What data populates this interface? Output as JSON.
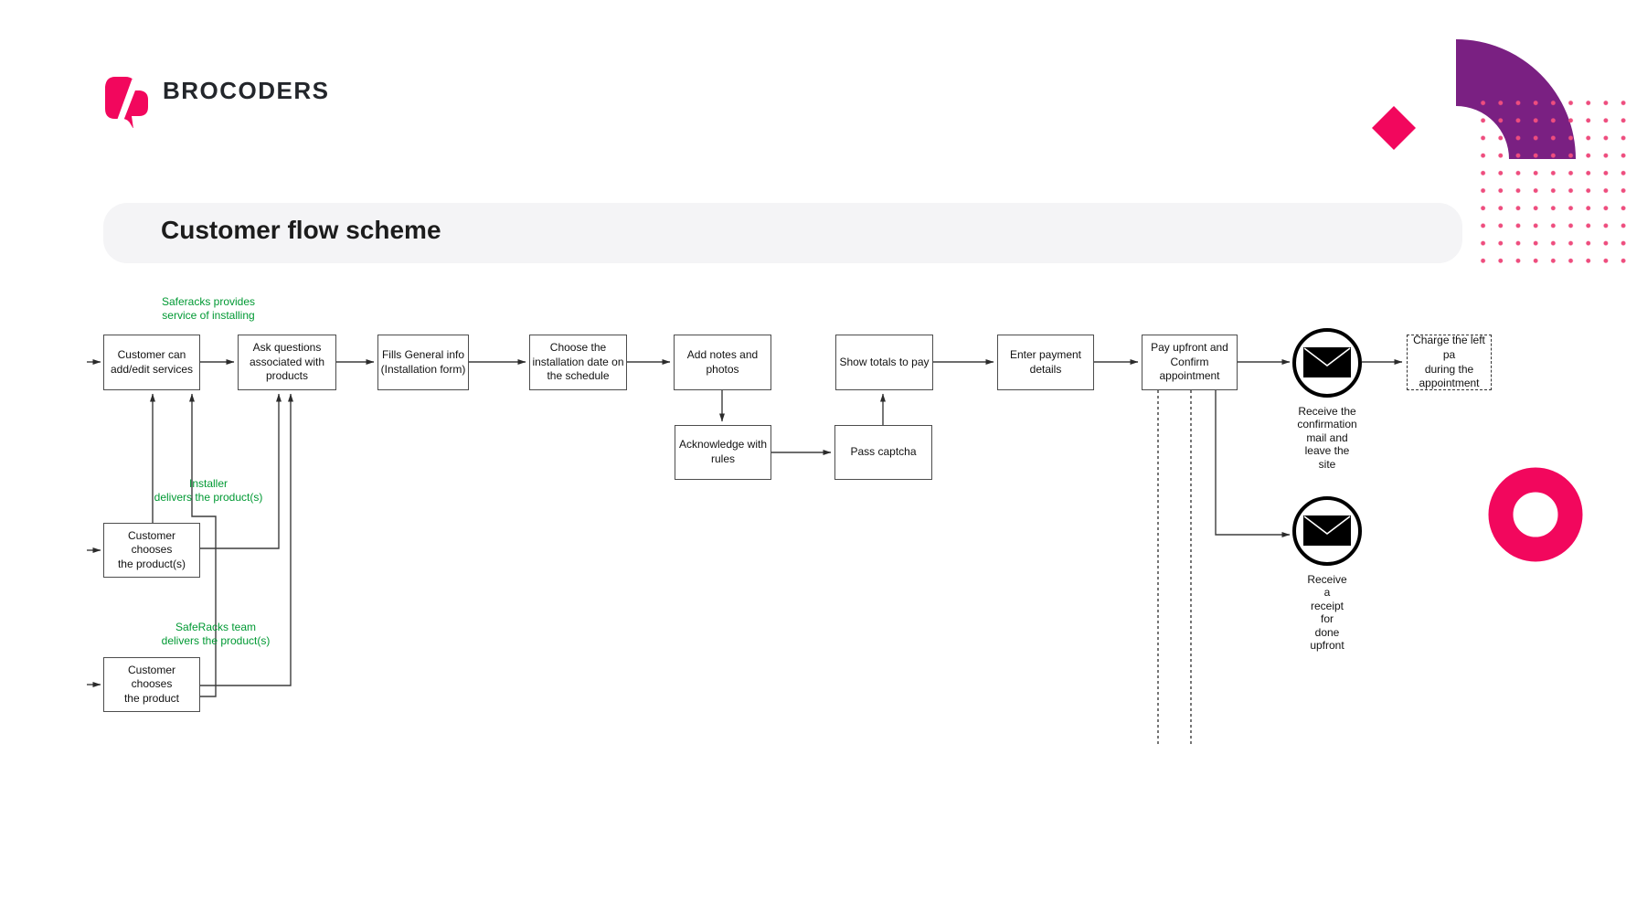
{
  "brand": {
    "name": "BROCODERS"
  },
  "header": {
    "title": "Customer flow scheme"
  },
  "colors": {
    "accent_pink": "#F2075D",
    "purple": "#7A2082",
    "annotation_green": "#009933",
    "banner_gray": "#F4F4F6",
    "dot_pink": "#EE4D7E",
    "box_border": "#4D4D4D",
    "line": "#3D3D3D"
  },
  "icons": {
    "logo": "brocoders-logo-icon",
    "mail": "envelope-icon"
  },
  "nodes": {
    "add_edit_services": "Customer can\nadd/edit services",
    "ask_questions": "Ask questions\nassociated with\nproducts",
    "fills_general_info": "Fills General info\n(Installation form)",
    "choose_date": "Choose the\ninstallation date on\nthe schedule",
    "add_notes": "Add notes and\nphotos",
    "show_totals": "Show totals to pay",
    "enter_payment": "Enter payment\ndetails",
    "pay_upfront": "Pay upfront and\nConfirm appointment",
    "acknowledge_rules": "Acknowledge with\nrules",
    "pass_captcha": "Pass captcha",
    "charge_left_payment": "Charge the left pa\nduring the\nappointment",
    "choose_products": "Customer chooses\nthe product(s)",
    "choose_product": "Customer chooses\nthe product",
    "receive_confirmation_mail": "Receive the\nconfirmation\nmail and\nleave the\nsite",
    "receive_receipt": "Receive\na\nreceipt\nfor\ndone\nupfront"
  },
  "annotations": {
    "saferacks_service": "Saferacks provides\nservice of installing",
    "installer_delivers": "Installer\ndelivers the product(s)",
    "saferacks_delivers": "SafeRacks team\ndelivers the product(s)"
  }
}
